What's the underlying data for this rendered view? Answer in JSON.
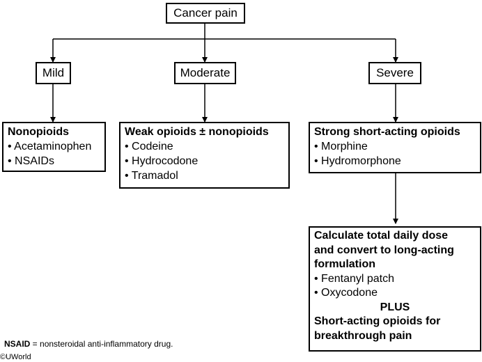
{
  "root": {
    "label": "Cancer pain"
  },
  "levels": [
    {
      "label": "Mild"
    },
    {
      "label": "Moderate"
    },
    {
      "label": "Severe"
    }
  ],
  "treatments": {
    "mild": {
      "heading": "Nonopioids",
      "items": [
        "• Acetaminophen",
        "• NSAIDs"
      ]
    },
    "moderate": {
      "heading": "Weak opioids ± nonopioids",
      "items": [
        "• Codeine",
        "• Hydrocodone",
        "• Tramadol"
      ]
    },
    "severe": {
      "heading": "Strong short-acting opioids",
      "items": [
        "• Morphine",
        "• Hydromorphone"
      ]
    }
  },
  "long_acting": {
    "heading_lines": [
      "Calculate total daily dose",
      "and convert to long-acting",
      "formulation"
    ],
    "items": [
      "• Fentanyl patch",
      "• Oxycodone"
    ],
    "plus": "PLUS",
    "tail_lines": [
      "Short-acting opioids for",
      "breakthrough pain"
    ]
  },
  "footnote": {
    "abbr": "NSAID",
    "text": " = nonsteroidal anti-inflammatory drug."
  },
  "copyright": "©UWorld"
}
